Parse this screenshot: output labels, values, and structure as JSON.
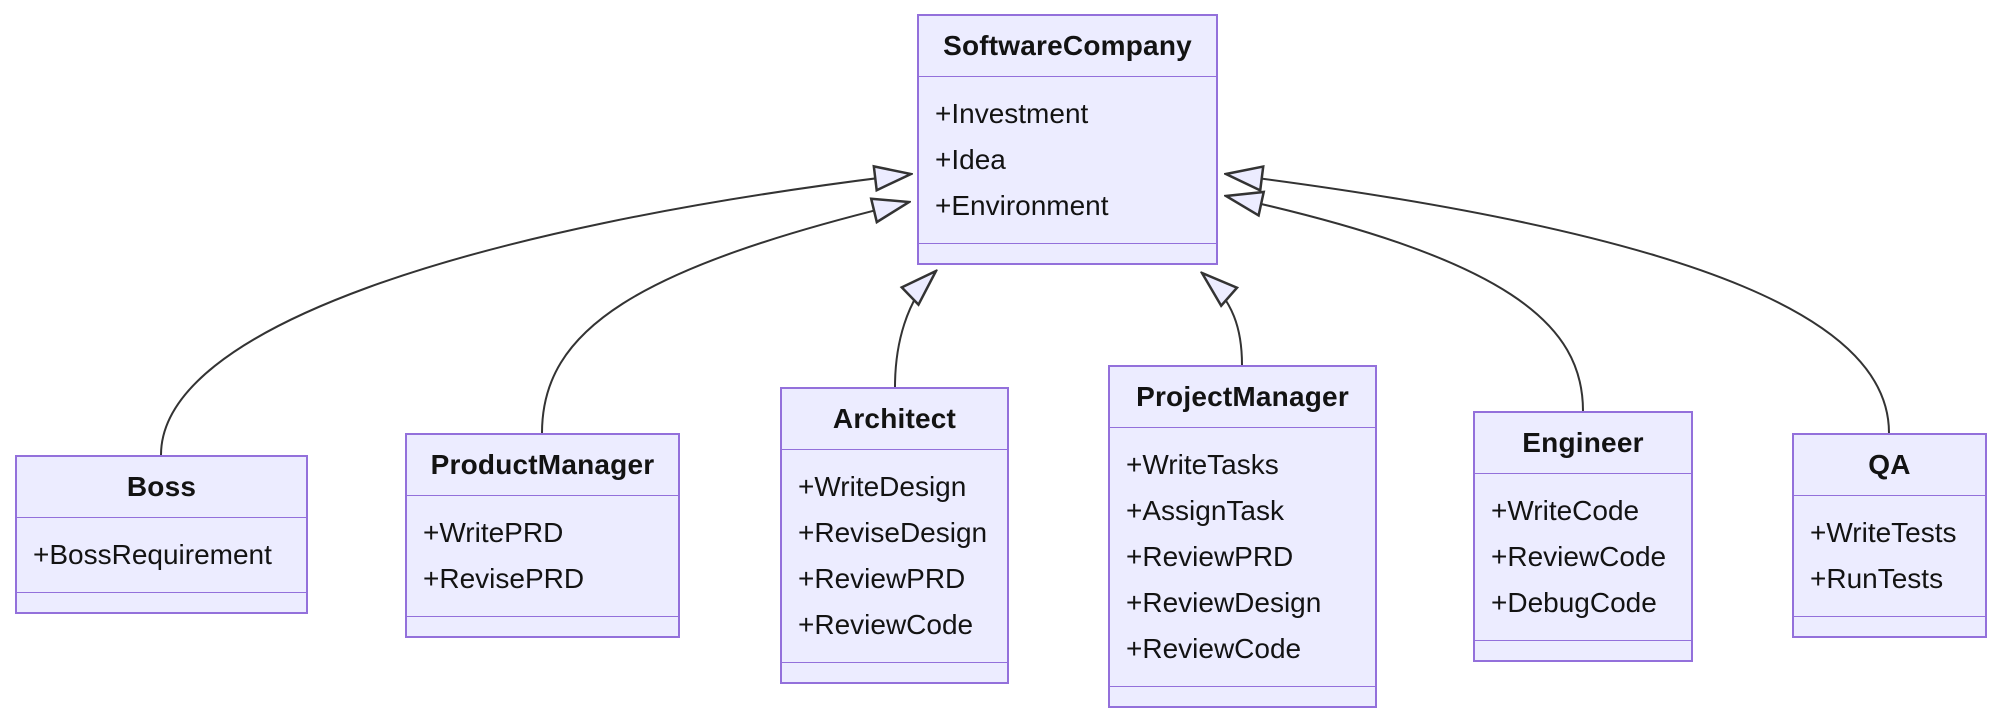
{
  "diagram": {
    "kind": "uml-class-diagram",
    "background": "#FFFFFF",
    "colors": {
      "box_fill": "#ECECFF",
      "box_border": "#9370DB",
      "edge_line": "#333333",
      "arrowhead_fill": "#ECECFF",
      "text": "#131313"
    },
    "classes": [
      {
        "id": "softwarecompany",
        "name": "SoftwareCompany",
        "members": [
          "+Investment",
          "+Idea",
          "+Environment"
        ],
        "methods": []
      },
      {
        "id": "boss",
        "name": "Boss",
        "members": [
          "+BossRequirement"
        ],
        "methods": []
      },
      {
        "id": "productmanager",
        "name": "ProductManager",
        "members": [
          "+WritePRD",
          "+RevisePRD"
        ],
        "methods": []
      },
      {
        "id": "architect",
        "name": "Architect",
        "members": [
          "+WriteDesign",
          "+ReviseDesign",
          "+ReviewPRD",
          "+ReviewCode"
        ],
        "methods": []
      },
      {
        "id": "projectmanager",
        "name": "ProjectManager",
        "members": [
          "+WriteTasks",
          "+AssignTask",
          "+ReviewPRD",
          "+ReviewDesign",
          "+ReviewCode"
        ],
        "methods": []
      },
      {
        "id": "engineer",
        "name": "Engineer",
        "members": [
          "+WriteCode",
          "+ReviewCode",
          "+DebugCode"
        ],
        "methods": []
      },
      {
        "id": "qa",
        "name": "QA",
        "members": [
          "+WriteTests",
          "+RunTests"
        ],
        "methods": []
      }
    ],
    "relations": [
      {
        "from": "Boss",
        "to": "SoftwareCompany",
        "type": "inheritance",
        "arrow": "hollow-triangle"
      },
      {
        "from": "ProductManager",
        "to": "SoftwareCompany",
        "type": "inheritance",
        "arrow": "hollow-triangle"
      },
      {
        "from": "Architect",
        "to": "SoftwareCompany",
        "type": "inheritance",
        "arrow": "hollow-triangle"
      },
      {
        "from": "ProjectManager",
        "to": "SoftwareCompany",
        "type": "inheritance",
        "arrow": "hollow-triangle"
      },
      {
        "from": "Engineer",
        "to": "SoftwareCompany",
        "type": "inheritance",
        "arrow": "hollow-triangle"
      },
      {
        "from": "QA",
        "to": "SoftwareCompany",
        "type": "inheritance",
        "arrow": "hollow-triangle"
      }
    ]
  }
}
